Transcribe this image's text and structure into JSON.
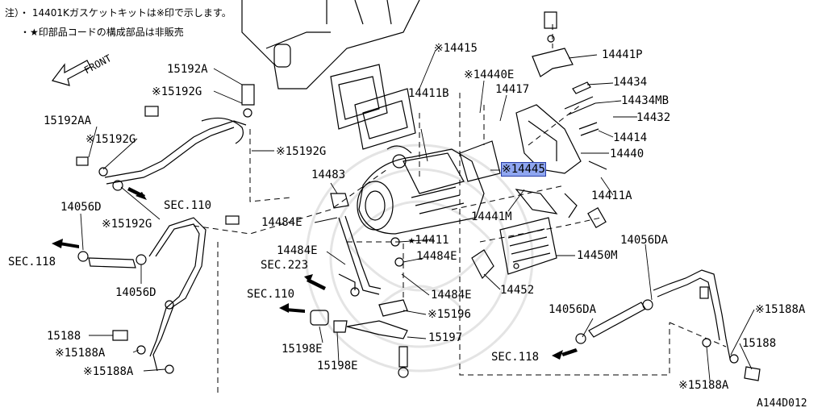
{
  "notes": {
    "line1": "注）・ 14401Kガスケットキットは※印で示します。",
    "line2": "・★印部品コードの構成部品は非販売"
  },
  "direction": "FRONT",
  "drawing_code": "A144D012",
  "parts": {
    "p_15192A": "15192A",
    "p_15192G_1": "※15192G",
    "p_15192AA": "15192AA",
    "p_15192G_2": "※15192G",
    "p_15192G_3": "※15192G",
    "p_15192G_4": "※15192G",
    "p_14056D_1": "14056D",
    "p_14056D_2": "14056D",
    "p_15188": "15188",
    "p_15188A_1": "※15188A",
    "p_15188A_2": "※15188A",
    "p_14483": "14483",
    "p_14484E_1": "14484E",
    "p_14484E_2": "14484E",
    "p_14484E_3": "14484E",
    "p_14484E_4": "14484E",
    "p_14411B": "14411B",
    "p_14415": "※14415",
    "p_14440E": "※14440E",
    "p_14417": "14417",
    "p_14441P": "14441P",
    "p_14434": "14434",
    "p_14434MB": "14434MB",
    "p_14432": "14432",
    "p_14414": "14414",
    "p_14440": "14440",
    "p_14445": "※14445",
    "p_14411A": "14411A",
    "p_14441M": "14441M",
    "p_14411": "★14411",
    "p_14450M": "14450M",
    "p_14452": "14452",
    "p_15196": "※15196",
    "p_15197": "15197",
    "p_15198E_1": "15198E",
    "p_15198E_2": "15198E",
    "p_14056DA_1": "14056DA",
    "p_14056DA_2": "14056DA",
    "p_15188A_3": "※15188A",
    "p_15188_2": "15188",
    "p_15188A_4": "※15188A"
  },
  "sections": {
    "sec110_1": "SEC.110",
    "sec118_1": "SEC.118",
    "sec223": "SEC.223",
    "sec110_2": "SEC.110",
    "sec118_2": "SEC.118"
  },
  "colors": {
    "highlight": "#8fa6f0",
    "line": "#000000",
    "watermark": "#e4e4e4"
  }
}
